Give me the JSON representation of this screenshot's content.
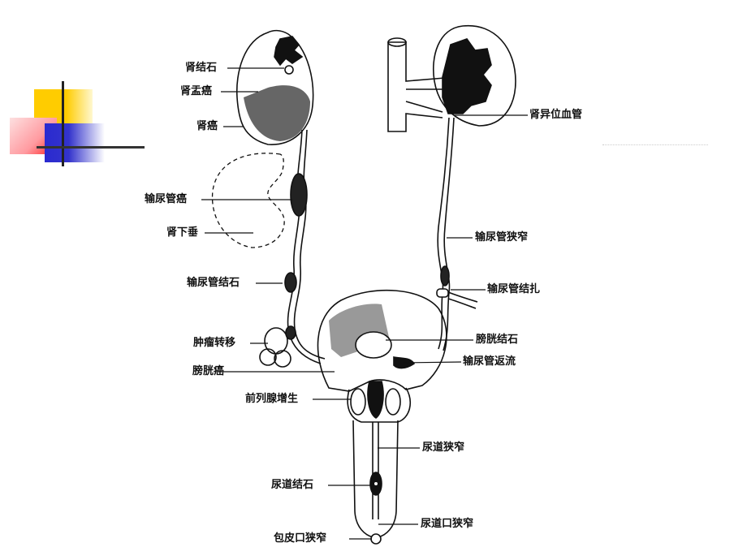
{
  "diagram": {
    "subject": "urinary tract obstruction sites",
    "labels": {
      "kidney_stone": "肾结石",
      "renal_pelvis_cancer": "肾盂癌",
      "kidney_cancer": "肾癌",
      "ureter_cancer": "输尿管癌",
      "nephroptosis": "肾下垂",
      "ureter_stone": "输尿管结石",
      "tumor_metastasis": "肿瘤转移",
      "bladder_cancer": "膀胱癌",
      "prostate_hyperplasia": "前列腺增生",
      "urethral_stone": "尿道结石",
      "phimosis": "包皮口狭窄",
      "aberrant_renal_vessel": "肾异位血管",
      "ureter_stricture": "输尿管狭窄",
      "ureter_ligation": "输尿管结扎",
      "bladder_stone": "膀胱结石",
      "vesicoureteral_reflux": "输尿管返流",
      "urethral_stricture": "尿道狭窄",
      "meatal_stenosis": "尿道口狭窄"
    }
  },
  "colors": {
    "yellow": "#ffcc00",
    "red": "#ff2020",
    "blue": "#3333cc",
    "ink": "#111111"
  }
}
